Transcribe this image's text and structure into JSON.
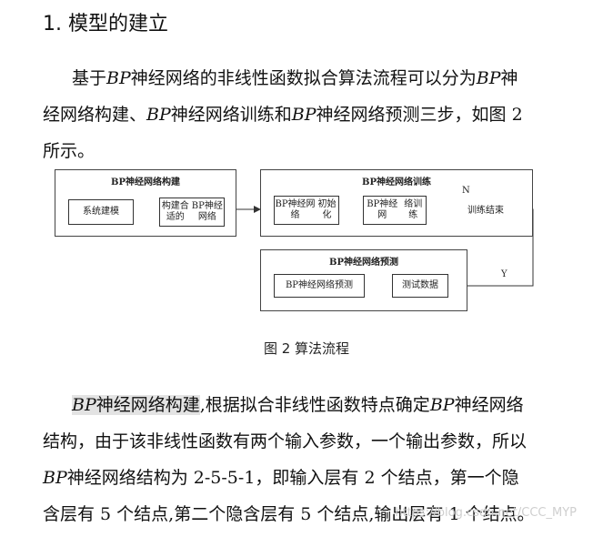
{
  "section": {
    "heading": "1. 模型的建立"
  },
  "intro": {
    "line1": {
      "pre": "基于",
      "bp1": "BP",
      "mid": "神经网络的非线性函数拟合算法流程可以分为",
      "bp2": "BP",
      "post": "神"
    },
    "line2": {
      "pre": "经网络构建、",
      "bp1": "BP",
      "mid": "神经网络训练和",
      "bp2": "BP",
      "post": "神经网络预测三步，如图 2"
    },
    "line3": "所示。"
  },
  "diagram": {
    "groups": [
      {
        "title": "BP神经网络构建",
        "steps": [
          "系统建模",
          "构建合适的BP神经网络"
        ]
      },
      {
        "title": "BP神经网络训练",
        "steps": [
          "BP神经网络初始化",
          "BP神经网络训练",
          "训练结束"
        ]
      },
      {
        "title": "BP神经网络预测",
        "steps": [
          "测试数据",
          "BP神经网络预测"
        ]
      }
    ],
    "labels": {
      "no": "N",
      "yes": "Y"
    },
    "step_lines": {
      "build_1a": "构建合适的",
      "build_1b": "BP神经网络",
      "train_0a": "BP神经网络",
      "train_0b": "初始化",
      "train_1a": "BP神经网",
      "train_1b": "络训练"
    }
  },
  "figure": {
    "caption": "图 2  算法流程"
  },
  "body": {
    "line1": {
      "hl_bp": "BP",
      "hl_rest": "神经网络构建",
      "rest_pre": ",根据拟合非线性函数特点确定",
      "bp": "BP",
      "rest_post": "神经网络"
    },
    "line2": "结构，由于该非线性函数有两个输入参数，一个输出参数，所以",
    "line3": {
      "bp": "BP",
      "rest": "神经网络结构为 2-5-5-1，即输入层有 2 个结点，第一个隐"
    },
    "line4": "含层有 5 个结点,第二个隐含层有 5 个结点,输出层有 1 个结点。"
  },
  "watermark": "https://blog.csdn.net/CCC_MYP"
}
